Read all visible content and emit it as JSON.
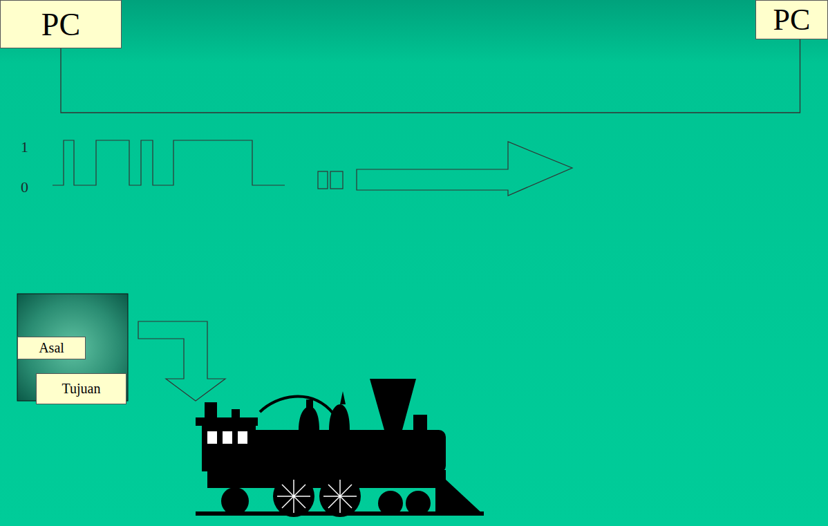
{
  "diagram": {
    "nodes": [
      {
        "text": [
          "PC"
        ]
      },
      {
        "text": [
          "PC"
        ]
      },
      {
        "text": [
          "Asal"
        ]
      },
      {
        "text": [
          "Tujuan"
        ]
      }
    ],
    "edges": [
      {
        "from": 0,
        "to": 1,
        "arrow": "none"
      }
    ],
    "labels": [
      "1",
      "0"
    ]
  }
}
